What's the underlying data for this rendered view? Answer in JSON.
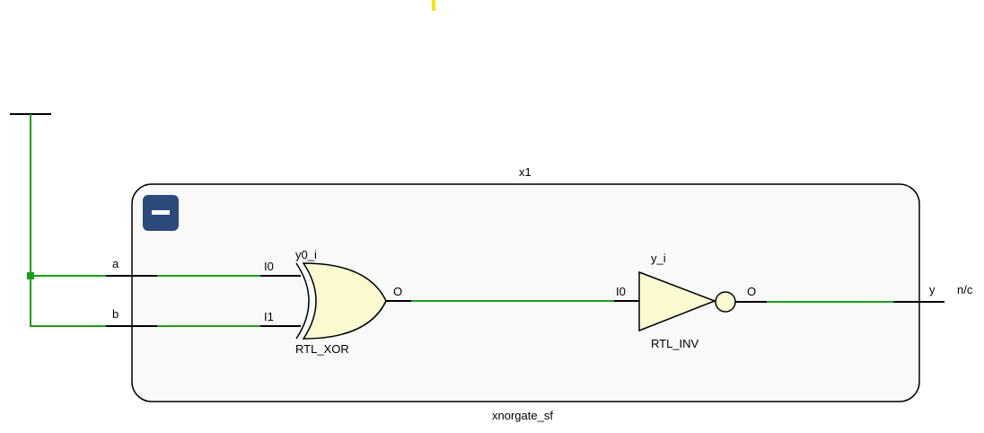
{
  "colors": {
    "net": "#1a9e1a",
    "gate_fill": "#fbf9d0",
    "module_fill": "#f9f9f9",
    "module_stroke": "#000000",
    "collapse_button": "#2d4a7c",
    "highlight_marker": "#f5e800"
  },
  "module": {
    "instance_name": "x1",
    "type_name": "xnorgate_sf",
    "collapse_icon": "minus-icon"
  },
  "ports": {
    "inputs": [
      "a",
      "b"
    ],
    "output": "y",
    "output_status": "n/c"
  },
  "cells": [
    {
      "instance": "y0_i",
      "type": "RTL_XOR",
      "pins_in": [
        "I0",
        "I1"
      ],
      "pin_out": "O"
    },
    {
      "instance": "y_i",
      "type": "RTL_INV",
      "pins_in": [
        "I0"
      ],
      "pin_out": "O"
    }
  ]
}
